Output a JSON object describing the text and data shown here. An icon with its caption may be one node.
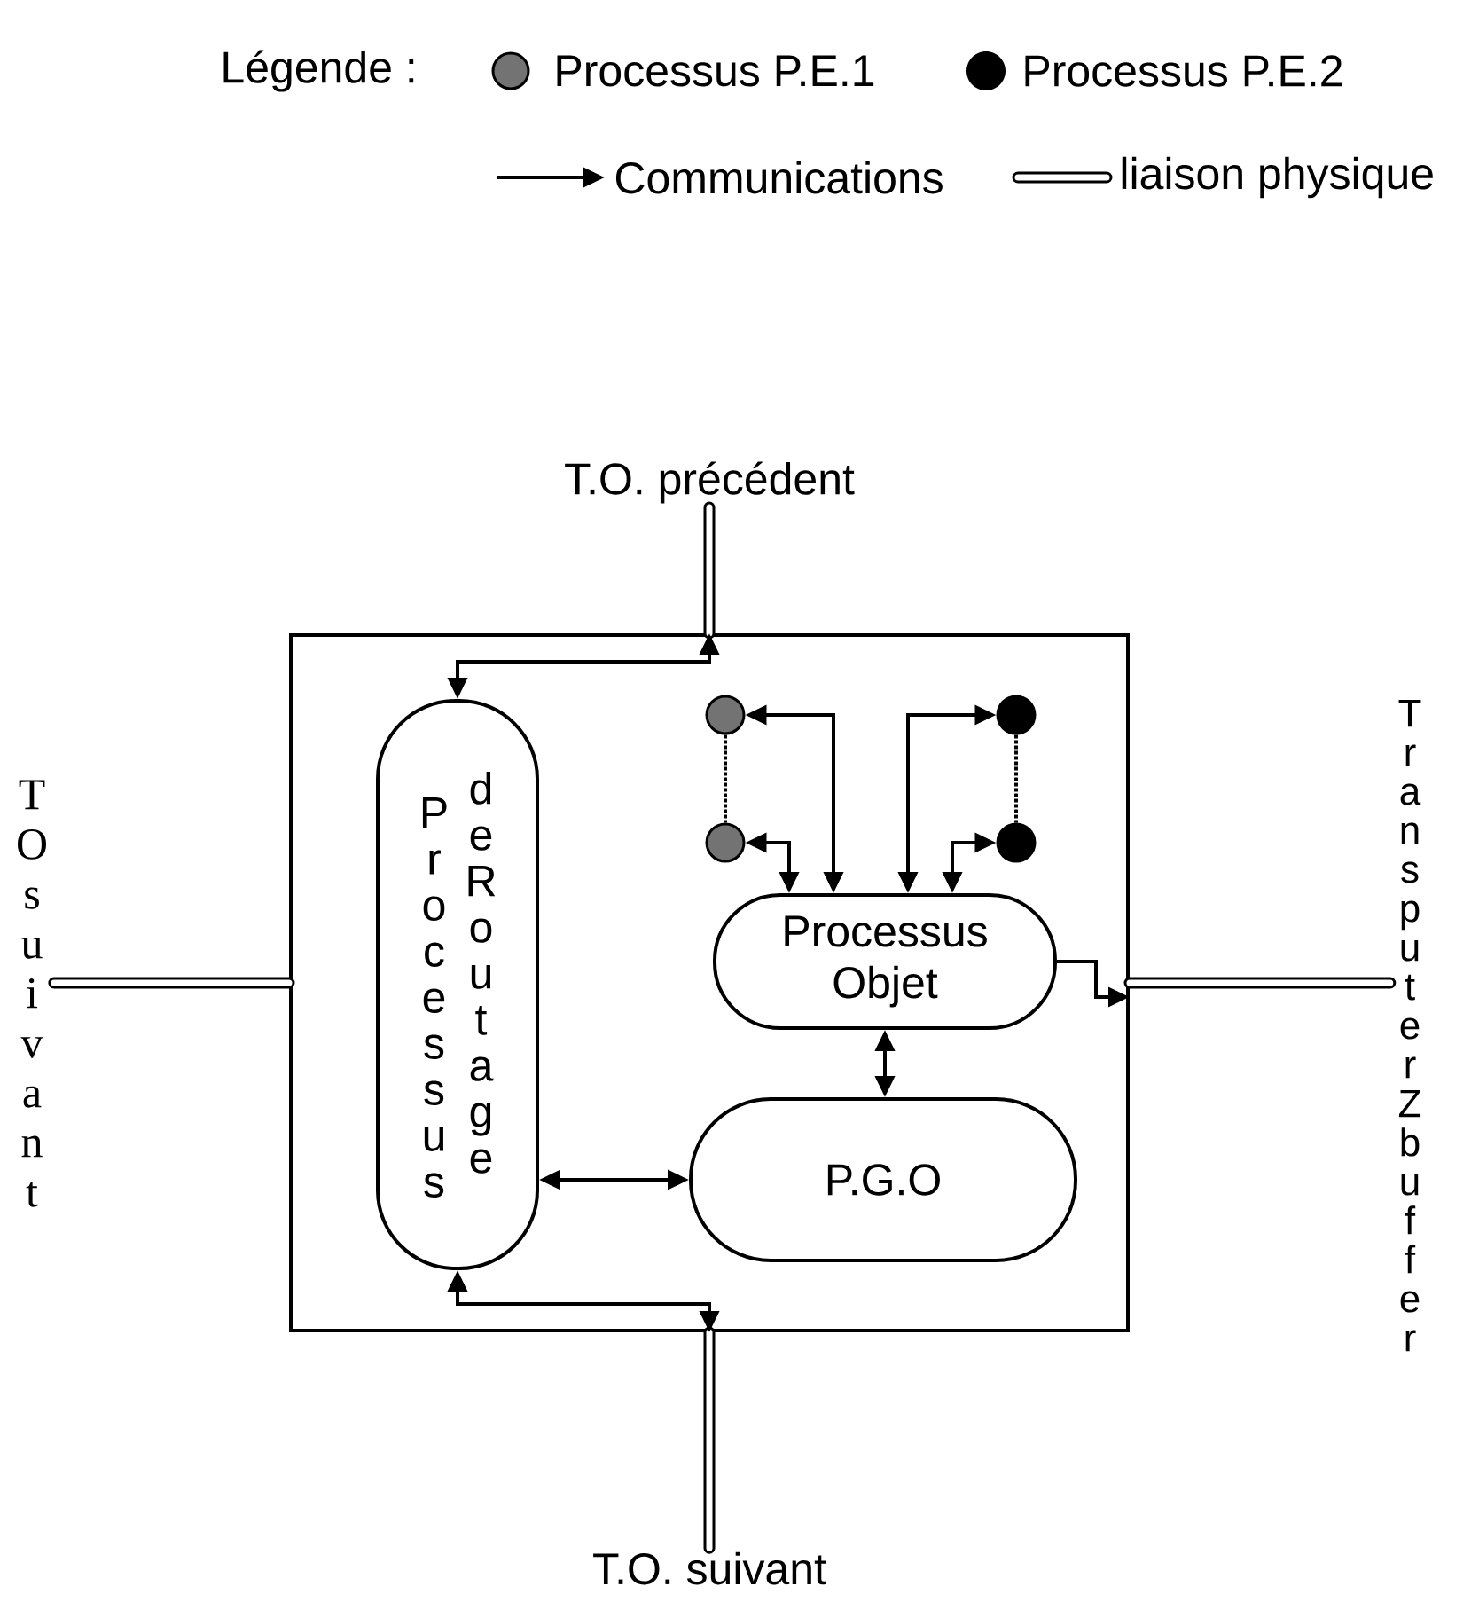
{
  "diagram": {
    "nodes": [
      {
        "text": [],
        "shape": "box"
      },
      {
        "text": [
          "Processus",
          "de Routage"
        ],
        "in": 0
      },
      {
        "text": [
          "Processus Objet"
        ],
        "in": 0
      },
      {
        "text": [
          "P.G.O"
        ],
        "in": 0
      },
      {
        "text": [],
        "shape": "circle",
        "in": 0
      },
      {
        "text": [],
        "shape": "circle",
        "in": 0
      },
      {
        "text": [],
        "shape": "circle",
        "in": 0
      },
      {
        "text": [],
        "shape": "circle",
        "in": 0
      },
      {
        "text": [
          "T.O. précédent"
        ]
      },
      {
        "text": [
          "T.O. suivant"
        ]
      },
      {
        "text": [
          "TO suivant"
        ]
      },
      {
        "text": [
          "Transputer Zbuffer"
        ]
      }
    ],
    "edges": [
      {
        "from": 8,
        "to": 0,
        "arrow": "none",
        "style": "thick"
      },
      {
        "from": 9,
        "to": 0,
        "arrow": "none",
        "style": "thick"
      },
      {
        "from": 10,
        "to": 0,
        "arrow": "none",
        "style": "thick"
      },
      {
        "from": 11,
        "to": 0,
        "arrow": "none",
        "style": "thick"
      },
      {
        "from": 0,
        "to": 1,
        "arrow": "both"
      },
      {
        "from": 0,
        "to": 1,
        "arrow": "both"
      },
      {
        "from": 1,
        "to": 3,
        "arrow": "both"
      },
      {
        "from": 2,
        "to": 3,
        "arrow": "both"
      },
      {
        "from": 2,
        "to": 0,
        "arrow": "to"
      },
      {
        "from": 2,
        "to": 4,
        "arrow": "both"
      },
      {
        "from": 2,
        "to": 5,
        "arrow": "both"
      },
      {
        "from": 2,
        "to": 6,
        "arrow": "both"
      },
      {
        "from": 2,
        "to": 7,
        "arrow": "both"
      },
      {
        "from": 4,
        "to": 5,
        "arrow": "none",
        "style": "dashed"
      },
      {
        "from": 6,
        "to": 7,
        "arrow": "none",
        "style": "dashed"
      }
    ],
    "labels": [
      "Légende :"
    ],
    "legend": [
      {
        "text": "Processus P.E.1"
      },
      {
        "text": "Processus P.E.2"
      },
      {
        "text": "Communications"
      },
      {
        "text": "liaison physique"
      }
    ]
  }
}
